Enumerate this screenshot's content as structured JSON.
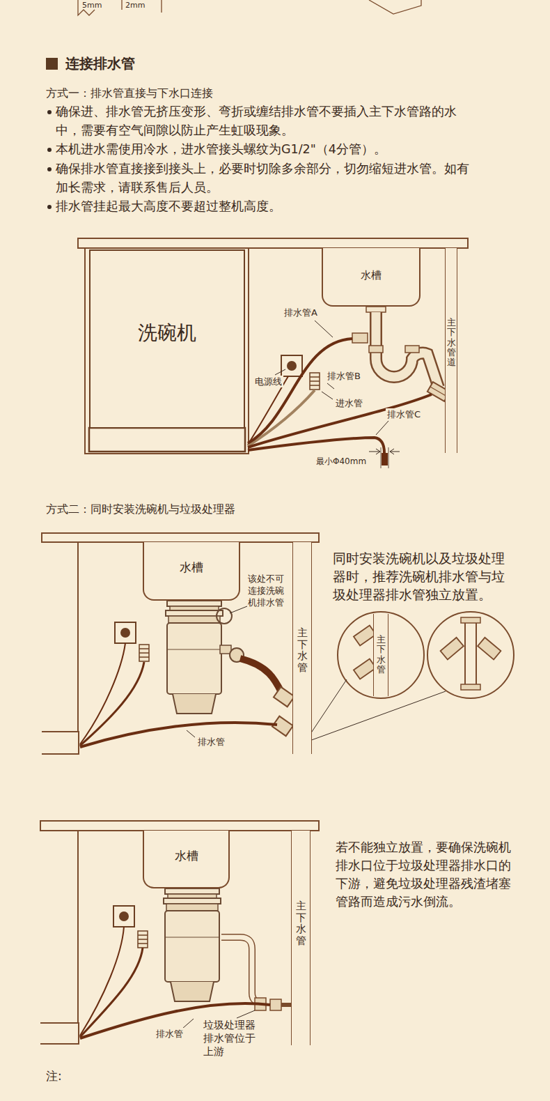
{
  "diagram": {
    "title": "连接排水管",
    "nodes": [
      {
        "text": [
          "洗碗机"
        ]
      },
      {
        "text": [
          "水槽"
        ]
      },
      {
        "text": [
          "主下水管道"
        ]
      },
      {
        "text": [
          "水槽"
        ]
      },
      {
        "text": [
          "主下水管"
        ]
      },
      {
        "text": [
          "主下水管"
        ]
      },
      {
        "text": [
          "水槽"
        ]
      },
      {
        "text": [
          "主下水管"
        ]
      }
    ],
    "labels": [
      "5mm",
      "2mm",
      "方式一：排水管直接与下水口连接",
      "确保进、排水管无挤压变形、弯折或缠结排水管不要插入主下水管路的水中，需要有空气间隙以防止产生虹吸现象。",
      "本机进水需使用冷水，进水管接头螺纹为G1/2\"（4分管）。",
      "确保排水管直接接到接头上，必要时切除多余部分，切勿缩短进水管。如有加长需求，请联系售后人员。",
      "排水管挂起最大高度不要超过整机高度。",
      "排水管A",
      "电源线",
      "排水管B",
      "进水管",
      "排水管C",
      "最小Φ40mm",
      "方式二：同时安装洗碗机与垃圾处理器",
      "该处不可连接洗碗机排水管",
      "同时安装洗碗机以及垃圾处理器时，推荐洗碗机排水管与垃圾处理器排水管独立放置。",
      "排水管",
      "若不能独立放置，要确保洗碗机排水口位于垃圾处理器排水口的下游，避免垃圾处理器残渣堵塞管路而造成污水倒流。",
      "排水管",
      "垃圾处理器排水管位于上游",
      "注:"
    ]
  }
}
